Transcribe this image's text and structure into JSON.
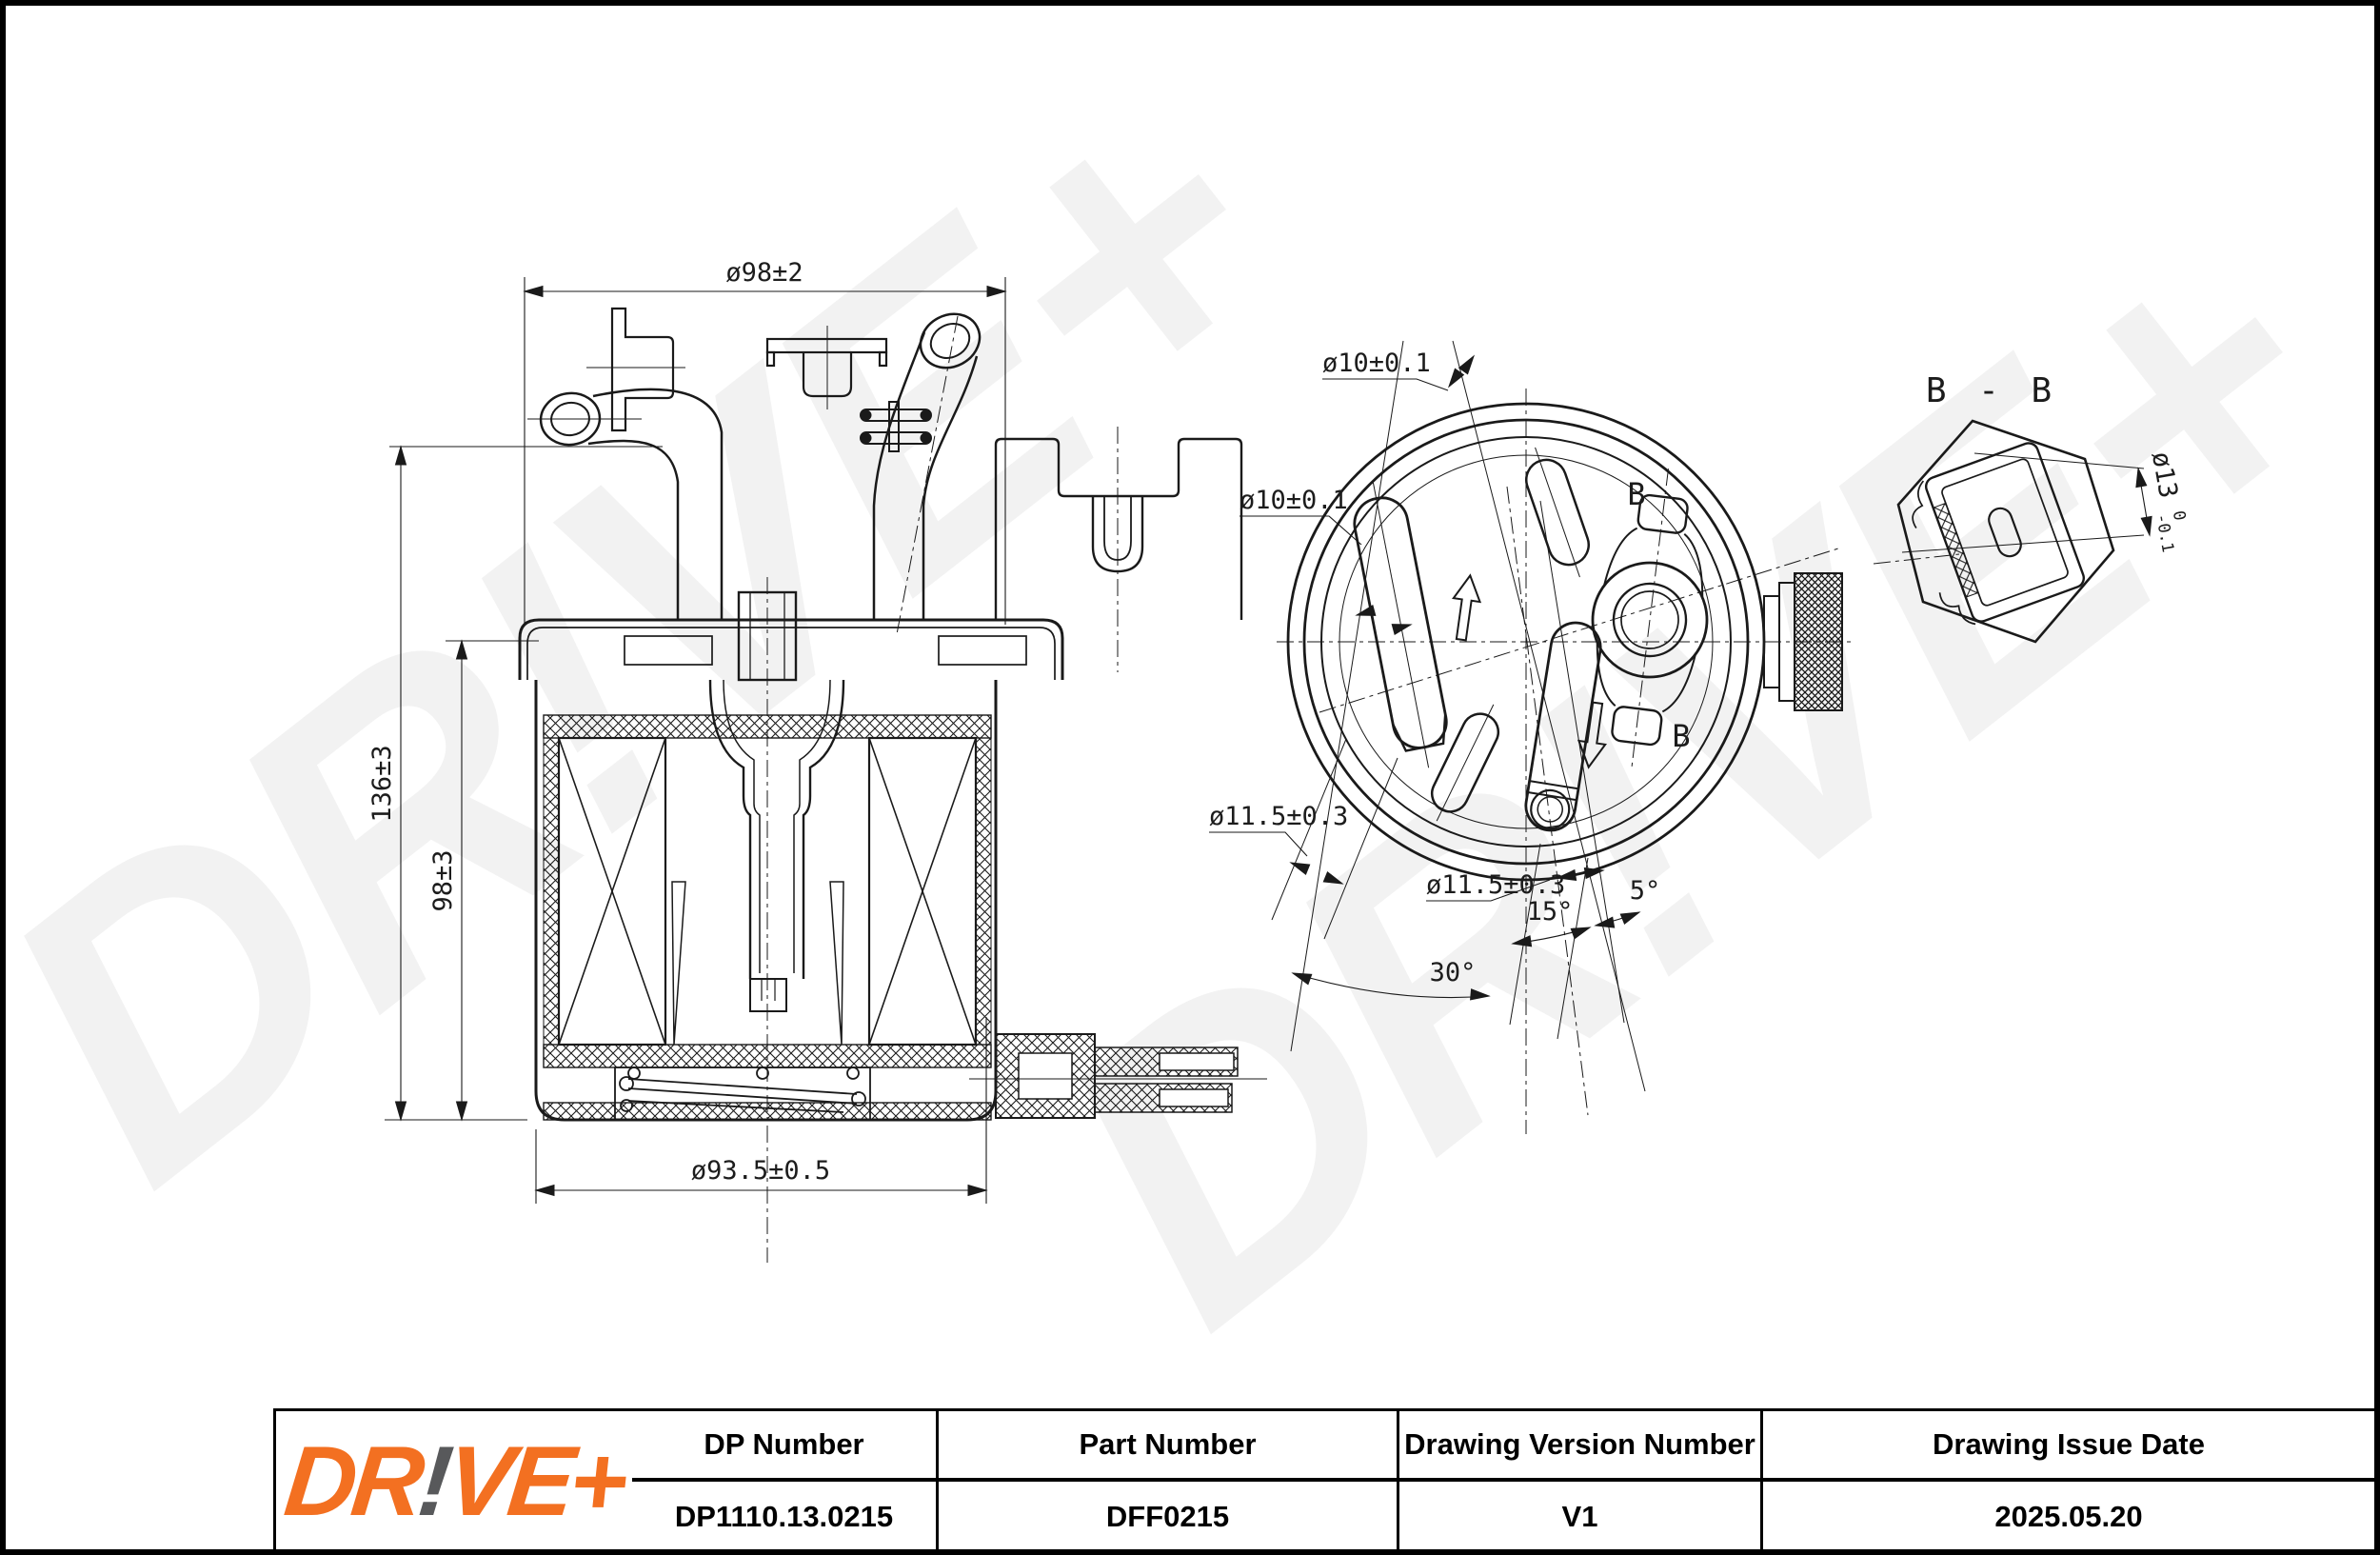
{
  "watermark": {
    "text": "DR!VE+"
  },
  "side_view": {
    "dim_diameter_top": "ø98±2",
    "dim_height_overall": "136±3",
    "dim_height_body": "98±3",
    "dim_diameter_bottom": "ø93.5±0.5"
  },
  "top_view": {
    "dim_port_upper_a": "ø10±0.1",
    "dim_port_upper_b": "ø10±0.1",
    "dim_port_lower_a": "ø11.5±0.3",
    "dim_port_lower_b": "ø11.5±0.3",
    "angle_15": "15°",
    "angle_5": "5°",
    "angle_30": "30°",
    "section_mark_top": "B",
    "section_mark_bottom": "B"
  },
  "section_view": {
    "title": "B - B",
    "dim_value": "ø13",
    "dim_tol_upper": "0",
    "dim_tol_lower": "-0.1"
  },
  "title_block": {
    "headers": [
      "DP Number",
      "Part Number",
      "Drawing Version Number",
      "Drawing Issue Date"
    ],
    "values": [
      "DP1110.13.0215",
      "DFF0215",
      "V1",
      "2025.05.20"
    ]
  },
  "logo": {
    "part1": "DR",
    "bang": "!",
    "part2": "VE+",
    "orange": "#F37021",
    "gray": "#58595B"
  }
}
